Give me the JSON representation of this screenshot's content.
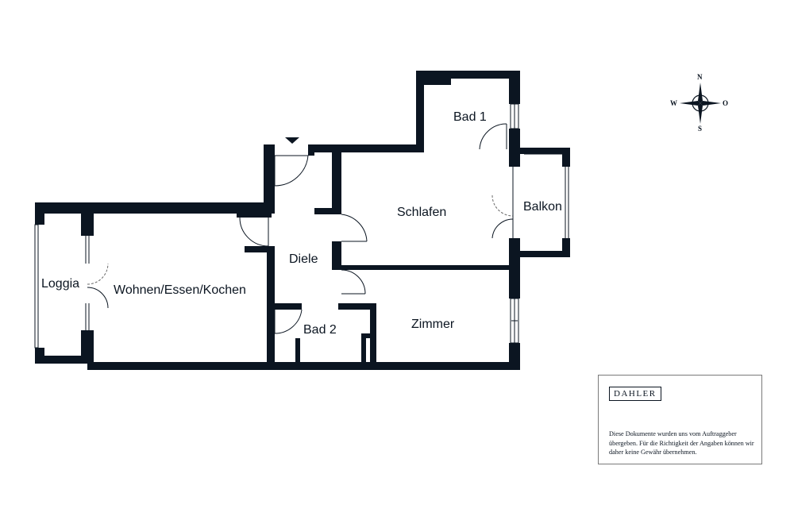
{
  "rooms": {
    "bad1": "Bad 1",
    "schlafen": "Schlafen",
    "balkon": "Balkon",
    "diele": "Diele",
    "loggia": "Loggia",
    "wohnen": "Wohnen/Essen/Kochen",
    "bad2": "Bad 2",
    "zimmer": "Zimmer"
  },
  "compass": {
    "north": "N",
    "south": "S",
    "west": "W",
    "east": "O"
  },
  "brand": "DAHLER",
  "disclaimer": "Diese Dokumente wurden uns vom Auftraggeber übergeben. Für die Richtigkeit der Angaben können wir daher keine Gewähr übernehmen.",
  "colors": {
    "wall": "#0b1521",
    "background": "#ffffff"
  }
}
